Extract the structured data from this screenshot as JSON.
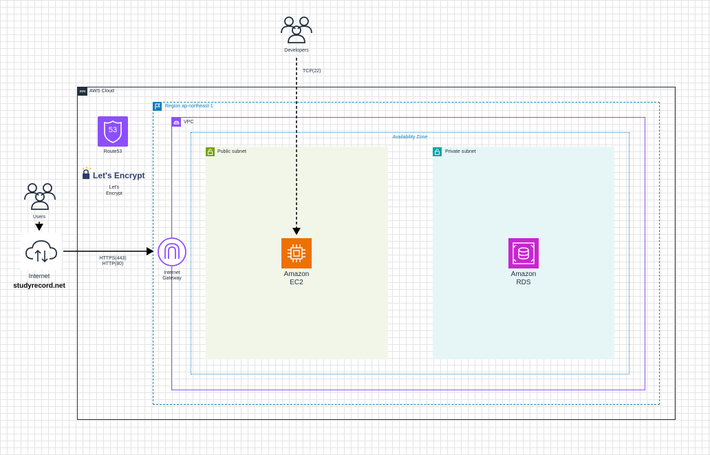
{
  "developers": {
    "label": "Developers"
  },
  "ssh_edge": {
    "label": "TCP(22)"
  },
  "aws_cloud": {
    "label": "AWS Cloud",
    "color": "#232f3e"
  },
  "region": {
    "label": "Region   ap-northeast-1",
    "color": "#147eba"
  },
  "vpc": {
    "label": "VPC",
    "color": "#8c4fff"
  },
  "availability_zone": {
    "label": "Availability Zone",
    "color": "#147eba"
  },
  "public_subnet": {
    "label": "Public subnet",
    "color": "#7aa116",
    "fill": "#f2f6e8"
  },
  "private_subnet": {
    "label": "Private subnet",
    "color": "#00a4a6",
    "fill": "#e6f6f7"
  },
  "route53": {
    "label": "Route53",
    "icon": "route53-icon",
    "badge": "53",
    "color": "#8c4fff"
  },
  "letsencrypt": {
    "logo_text": "Let's Encrypt",
    "label_line1": "Let's",
    "label_line2": "Encrypt"
  },
  "users": {
    "label": "Users"
  },
  "internet": {
    "label": "Internet",
    "domain": "studyrecord.net"
  },
  "https_edge": {
    "line1": "HTTPS(443)",
    "line2": "HTTP(80)"
  },
  "igw": {
    "label_line1": "Internet",
    "label_line2": "Gateway",
    "color": "#8c4fff"
  },
  "ec2": {
    "label_line1": "Amazon",
    "label_line2": "EC2",
    "color": "#ed7100"
  },
  "rds": {
    "label_line1": "Amazon",
    "label_line2": "RDS",
    "color": "#c925d1"
  }
}
